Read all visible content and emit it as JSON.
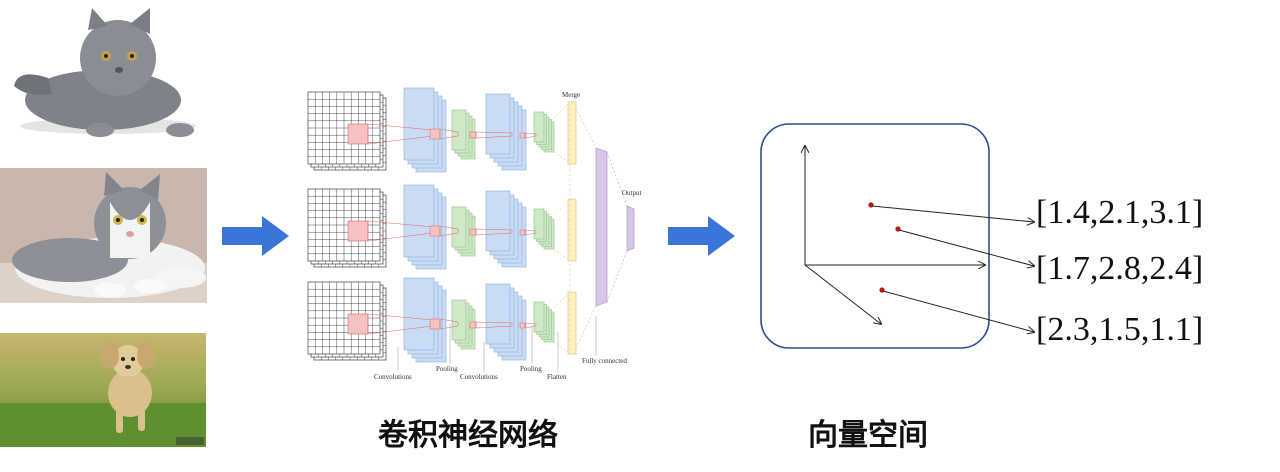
{
  "inputs": {
    "images": [
      "cat-photo",
      "cat-photo",
      "dog-photo"
    ]
  },
  "cnn": {
    "labels": {
      "merge": "Merge",
      "output": "Output",
      "convolutions_1": "Convolutions",
      "pooling_1": "Pooling",
      "convolutions_2": "Convolutions",
      "pooling_2": "Pooling",
      "flatten": "Flatten",
      "fully_connected": "Fully connected"
    },
    "caption": "卷积神经网络"
  },
  "vector_space": {
    "caption": "向量空间",
    "vectors": [
      "[1.4,2.1,3.1]",
      "[1.7,2.8,2.4]",
      "[2.3,1.5,1.1]"
    ],
    "point_color": "#c0141b",
    "frame_color": "#2f4d8f"
  },
  "colors": {
    "arrow": "#3a75d8",
    "conv_blue": "#c9dcf4",
    "pool_green": "#cfe8c8",
    "flatten_yellow": "#fdf1c4",
    "fc_purple": "#d8c6e6",
    "receptive_red": "#f4c2c2"
  }
}
